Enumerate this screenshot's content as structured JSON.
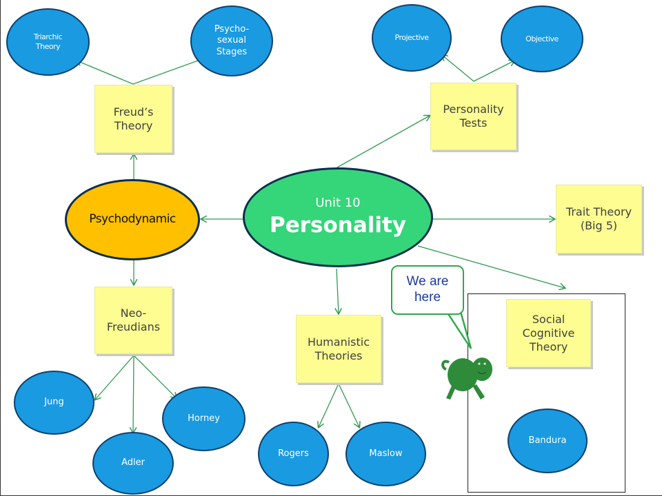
{
  "center": {
    "subtitle": "Unit 10",
    "title": "Personality"
  },
  "psychodynamic": {
    "label": "Psychodynamic"
  },
  "freuds_theory": {
    "label": "Freud’s\nTheory"
  },
  "triarchic": {
    "label": "Triarchic\nTheory"
  },
  "psychosexual": {
    "label": "Psycho-\nsexual\nStages"
  },
  "neo_freudians": {
    "label": "Neo-\nFreudians"
  },
  "jung": {
    "label": "Jung"
  },
  "adler": {
    "label": "Adler"
  },
  "horney": {
    "label": "Horney"
  },
  "personality_tests": {
    "label": "Personality\nTests"
  },
  "projective": {
    "label": "Projective"
  },
  "objective": {
    "label": "Objective"
  },
  "trait_theory": {
    "label": "Trait Theory\n(Big 5)"
  },
  "humanistic": {
    "label": "Humanistic\nTheories"
  },
  "rogers": {
    "label": "Rogers"
  },
  "maslow": {
    "label": "Maslow"
  },
  "social_cognitive": {
    "label": "Social\nCognitive\nTheory"
  },
  "bandura": {
    "label": "Bandura"
  },
  "callout": {
    "text": "We are\nhere"
  },
  "colors": {
    "oval_fill": "#1a9ae0",
    "center_fill": "#35d57a",
    "psychodynamic_fill": "#ffc000",
    "note_fill": "#fdfd92",
    "arrow": "#2e9a4e",
    "turtle": "#2e8b3a"
  }
}
